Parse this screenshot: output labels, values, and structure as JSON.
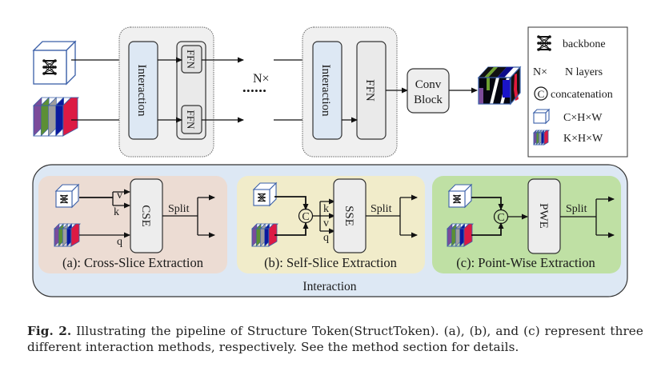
{
  "top": {
    "block1": {
      "interaction_label": "Interaction",
      "ffn_top_label": "FFN",
      "ffn_bottom_label": "FFN"
    },
    "repeat_label": "N×",
    "repeat_dots": "••••••",
    "blockN": {
      "interaction_label": "Interaction",
      "ffn_label": "FFN"
    },
    "conv_block_line1": "Conv",
    "conv_block_line2": "Block"
  },
  "legend": {
    "items": [
      {
        "icon": "backbone-icon",
        "label": "backbone"
      },
      {
        "icon_text": "N×",
        "label": "N layers"
      },
      {
        "icon_text": "C",
        "label": "concatenation"
      },
      {
        "icon": "white-cube-icon",
        "label": "C×H×W"
      },
      {
        "icon": "colored-slices-icon",
        "label": "K×H×W"
      }
    ]
  },
  "interaction_panel": {
    "title": "Interaction",
    "a": {
      "block": "CSE",
      "inputs": [
        "v",
        "k",
        "q"
      ],
      "split": "Split",
      "caption": "(a): Cross-Slice Extraction",
      "bg": "#ecdcd3"
    },
    "b": {
      "block": "SSE",
      "inputs": [
        "k",
        "v",
        "q"
      ],
      "concat": "C",
      "split": "Split",
      "caption": "(b): Self-Slice Extraction",
      "bg": "#f1ecca"
    },
    "c": {
      "block": "PWE",
      "concat": "C",
      "split": "Split",
      "caption": "(c): Point-Wise Extraction",
      "bg": "#bfe0a4"
    }
  },
  "caption": {
    "label": "Fig. 2.",
    "text": " Illustrating the pipeline of Structure Token(StructToken). (a), (b), and (c) represent three different interaction methods, respectively. See the method section for details."
  },
  "colors": {
    "interaction_blue": "#dde8f4",
    "panel_bg": "#dde8f4",
    "slice_purple": "#7b4b9a",
    "slice_green": "#5c8f35",
    "slice_gray": "#9e9e9e",
    "slice_blue": "#0a1a9e",
    "slice_red": "#dc1a44",
    "cube_edge": "#3a5fa8"
  }
}
